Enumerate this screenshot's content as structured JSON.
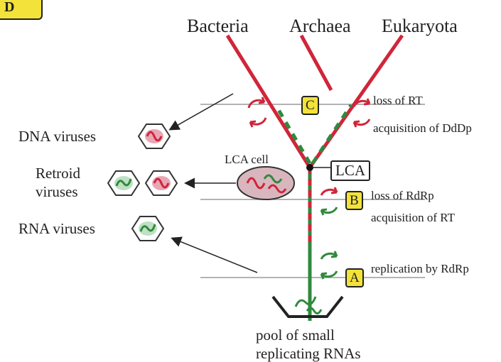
{
  "panel_label": "D",
  "domains": {
    "bacteria": "Bacteria",
    "archaea": "Archaea",
    "eukaryota": "Eukaryota"
  },
  "events": {
    "c_box": "C",
    "b_box": "B",
    "a_box": "A",
    "loss_rt": "loss of RT",
    "acq_ddp": "acquisition of DdDp",
    "lca": "LCA",
    "loss_rdrp": "loss of RdRp",
    "acq_rt": "acquisition of RT",
    "rep_rdrp": "replication by RdRp"
  },
  "viruses": {
    "dna": "DNA viruses",
    "retroid_1": "Retroid",
    "retroid_2": "viruses",
    "rna": "RNA viruses",
    "lca_cell": "LCA cell"
  },
  "pool": {
    "line1": "pool of small",
    "line2": "replicating RNAs"
  },
  "colors": {
    "red": "#d0253a",
    "green": "#2f8a3c",
    "yellow": "#f2e23a"
  }
}
